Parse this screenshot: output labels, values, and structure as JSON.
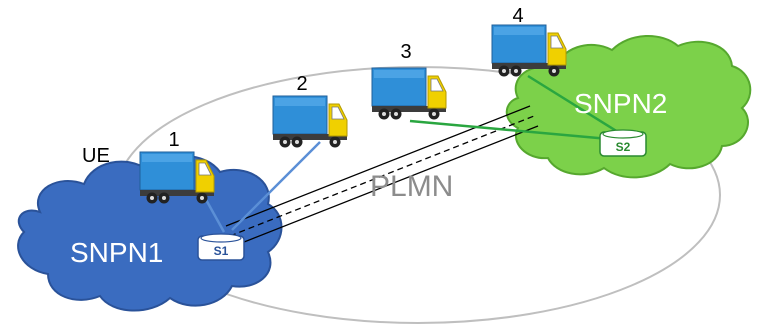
{
  "labels": {
    "ue": "UE",
    "plmn": "PLMN",
    "snpn1": "SNPN1",
    "snpn2": "SNPN2",
    "server1": "S1",
    "server2": "S2"
  },
  "trucks": [
    {
      "number": "1"
    },
    {
      "number": "2"
    },
    {
      "number": "3"
    },
    {
      "number": "4"
    }
  ],
  "colors": {
    "snpn1_cloud": "#3a6cc0",
    "snpn2_cloud": "#7cd14a",
    "plmn_ellipse": "#bfbfbf",
    "truck_box": "#2f8fd8",
    "truck_cab": "#f0d000",
    "link_blue": "#5b8fd6",
    "link_green": "#2aa640"
  }
}
